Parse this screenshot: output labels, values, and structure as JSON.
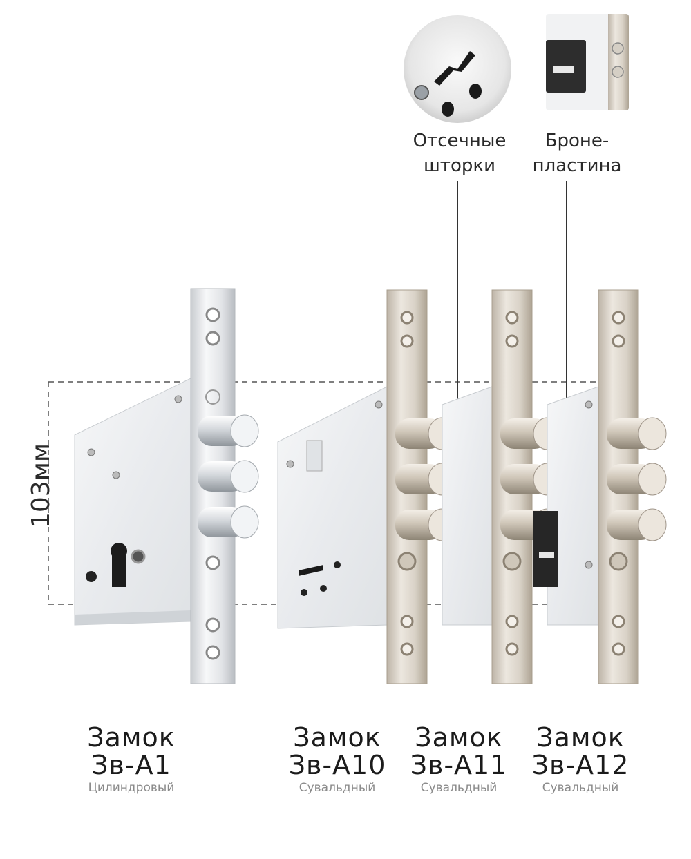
{
  "dimension": {
    "label": "103мм"
  },
  "callouts": {
    "shutters": {
      "line1": "Отсечные",
      "line2": "шторки"
    },
    "armor_plate": {
      "line1": "Броне-",
      "line2": "пластина"
    }
  },
  "locks": [
    {
      "title_line1": "Замок",
      "title_line2": "Зв-А1",
      "type": "Цилиндровый",
      "finish": "chrome"
    },
    {
      "title_line1": "Замок",
      "title_line2": "Зв-А10",
      "type": "Сувальдный",
      "finish": "nickel"
    },
    {
      "title_line1": "Замок",
      "title_line2": "Зв-А11",
      "type": "Сувальдный",
      "finish": "nickel"
    },
    {
      "title_line1": "Замок",
      "title_line2": "Зв-А12",
      "type": "Сувальдный",
      "finish": "nickel"
    }
  ],
  "colors": {
    "background": "#ffffff",
    "lock_body": "#eef0f2",
    "chrome_plate": "#e6e8ea",
    "nickel_plate": "#d8d1c7",
    "bolt_chrome": "#cfd3d7",
    "bolt_nickel": "#cbc3b6",
    "dashed_line": "#555555",
    "text_primary": "#1b1b1b",
    "text_secondary": "#8a8a8a"
  }
}
